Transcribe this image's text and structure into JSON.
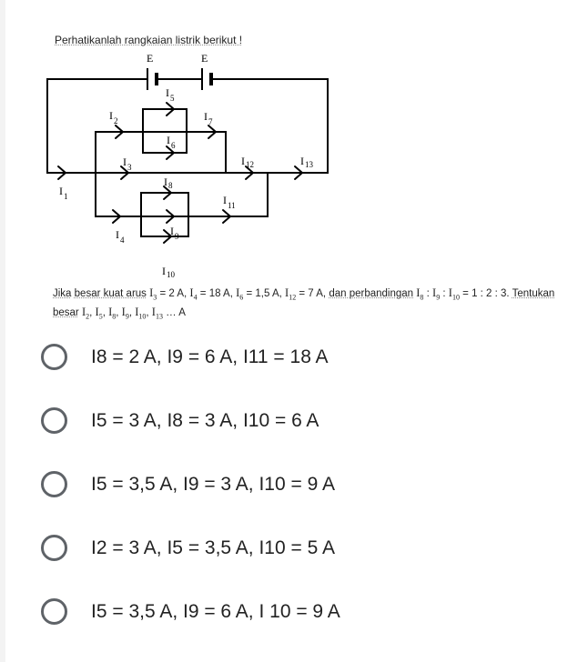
{
  "question": {
    "intro": "Perhatikanlah rangkaian listrik berikut !",
    "circuit": {
      "battery_labels": [
        "E",
        "E"
      ],
      "current_labels": {
        "I1": [
          "I",
          "1"
        ],
        "I2": [
          "I",
          "2"
        ],
        "I3": [
          "I",
          "3"
        ],
        "I4": [
          "I",
          "4"
        ],
        "I5": [
          "I",
          "5"
        ],
        "I6": [
          "I",
          "6"
        ],
        "I7": [
          "I",
          "7"
        ],
        "I8": [
          "I",
          "8"
        ],
        "I9": [
          "I",
          "9"
        ],
        "I10": [
          "I",
          "10"
        ],
        "I11": [
          "I",
          "11"
        ],
        "I12": [
          "I",
          "12"
        ],
        "I13": [
          "I",
          "13"
        ]
      }
    },
    "problem": {
      "p1": "Jika",
      "p2": "besar kuat arus",
      "p3": "I",
      "p3s": "3",
      "p4": " = 2 A, ",
      "p5": "I",
      "p5s": "4",
      "p6": " = 18 A, ",
      "p7": "I",
      "p7s": "6",
      "p8": " = 1,5 A, ",
      "p9": "I",
      "p9s": "12",
      "p10": " = 7 A, ",
      "p11": "dan perbandingan",
      "p12": "I",
      "p12s": "8",
      "p13": " : ",
      "p14": "I",
      "p14s": "9",
      "p15": " : ",
      "p16": "I",
      "p16s": "10",
      "p17": "= 1 : 2 : 3. ",
      "p18": "Tentukan besar",
      "p19": "I",
      "p19s": "2",
      "p20": ", ",
      "p21": "I",
      "p21s": "5",
      "p22": ", ",
      "p23": "I",
      "p23s": "8",
      "p24": ", ",
      "p25": "I",
      "p25s": "9",
      "p26": ", ",
      "p27": "I",
      "p27s": "10",
      "p28": ", ",
      "p29": "I",
      "p29s": "13",
      "p30": " … A"
    }
  },
  "options": [
    {
      "label": "I8 = 2 A, I9 = 6 A, I11 = 18 A"
    },
    {
      "label": "I5 = 3 A, I8 = 3 A, I10 = 6 A"
    },
    {
      "label": "I5 = 3,5 A, I9 = 3 A, I10 = 9 A"
    },
    {
      "label": "I2 = 3 A, I5 = 3,5 A, I10 = 5 A"
    },
    {
      "label": "I5 = 3,5 A, I9 = 6 A, I 10 = 9 A"
    }
  ],
  "colors": {
    "radio": "#5f6368",
    "text": "#222222",
    "wire": "#000000"
  }
}
